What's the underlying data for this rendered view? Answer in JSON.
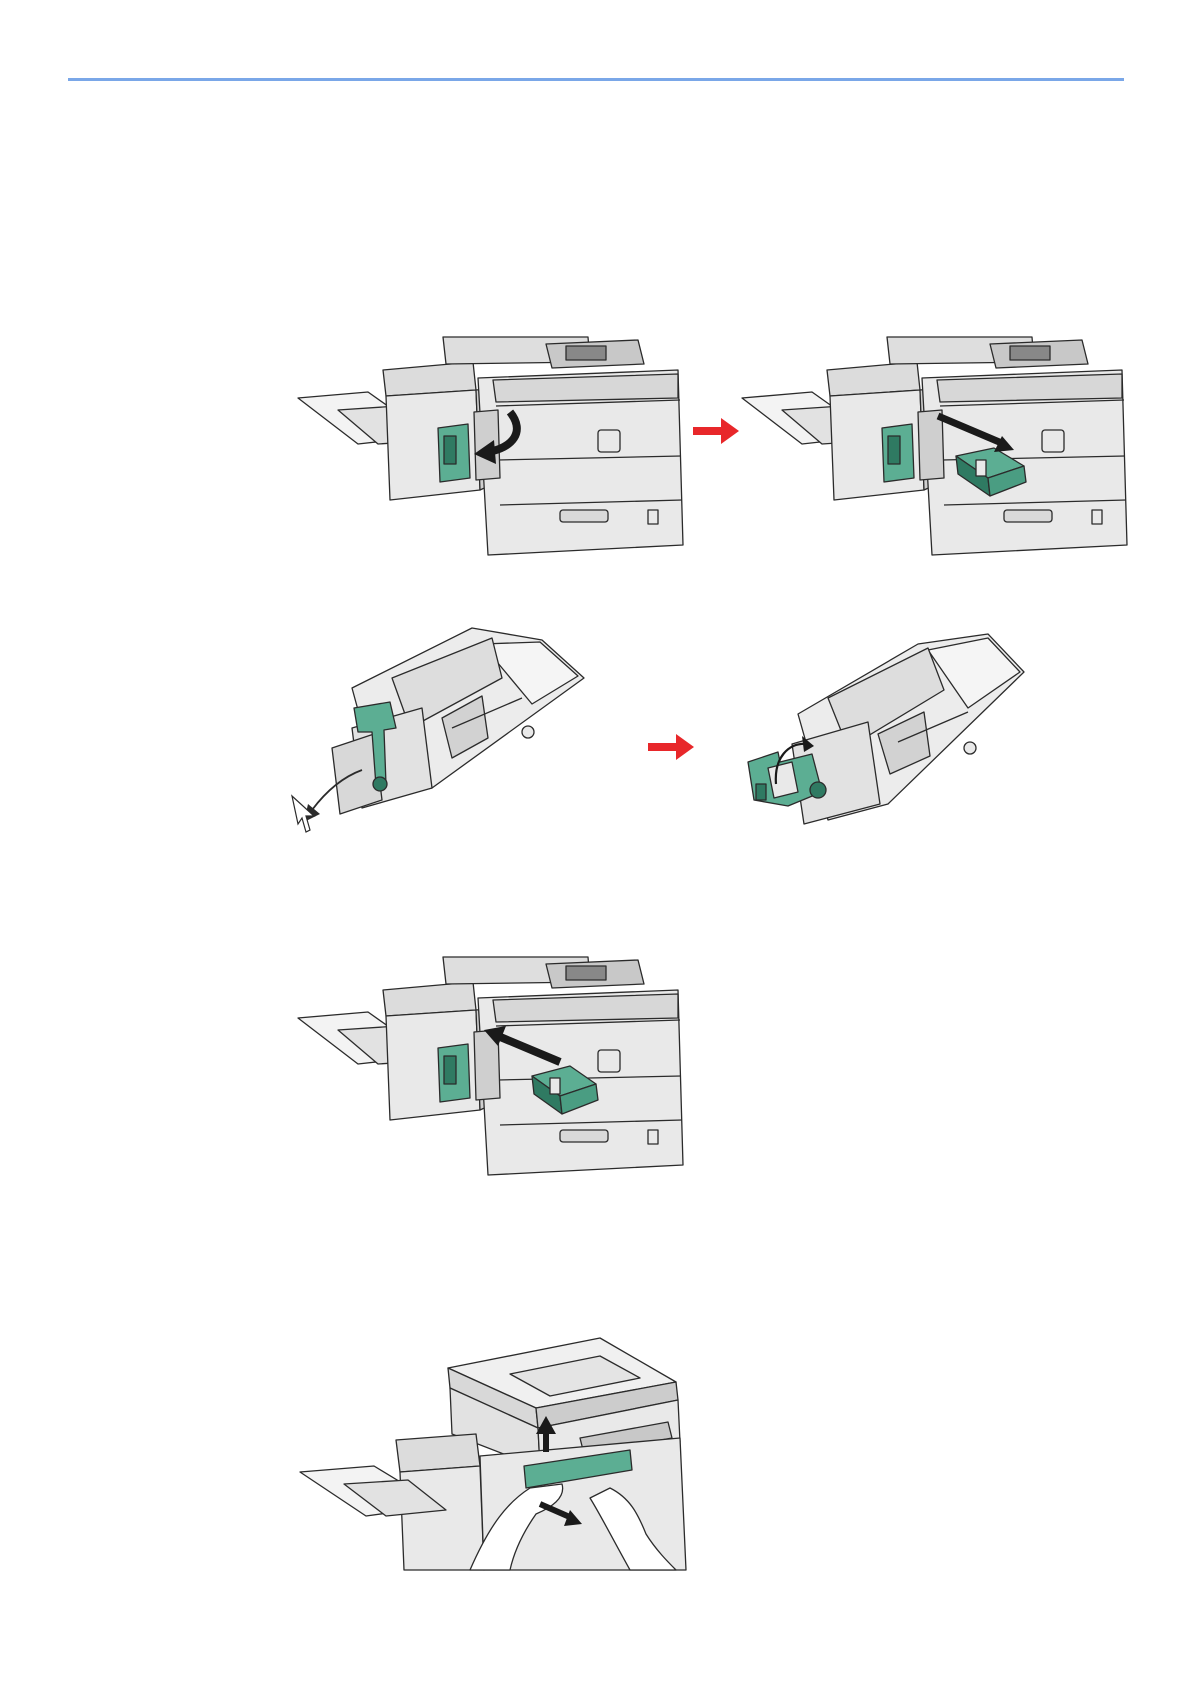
{
  "page": {
    "header_rule_color": "#7aa7e8"
  },
  "colors": {
    "outline": "#2b2b2b",
    "body": "#e9e9e9",
    "body_dark": "#cfcfcf",
    "panel": "#bfbfbf",
    "cartridge_green": "#5cae93",
    "cartridge_green_dark": "#2f7a62",
    "arrow_red": "#e8272a",
    "arrow_black": "#1a1a1a"
  },
  "figures": [
    {
      "id": "step1-open-cover",
      "icon": "copier-with-finisher-open-cover"
    },
    {
      "id": "step1-remove-cartridge",
      "icon": "copier-with-finisher-remove-holder"
    },
    {
      "id": "step2-open-holder",
      "icon": "staple-holder-open-lever"
    },
    {
      "id": "step2-holder-closed",
      "icon": "staple-holder-flap-closed"
    },
    {
      "id": "step3-insert-cartridge",
      "icon": "copier-with-finisher-insert-holder"
    },
    {
      "id": "step4-close-cover",
      "icon": "copier-hands-close-cover"
    }
  ],
  "transition_arrows": [
    {
      "id": "arrow-step1",
      "icon": "red-right-arrow"
    },
    {
      "id": "arrow-step2",
      "icon": "red-right-arrow"
    }
  ]
}
